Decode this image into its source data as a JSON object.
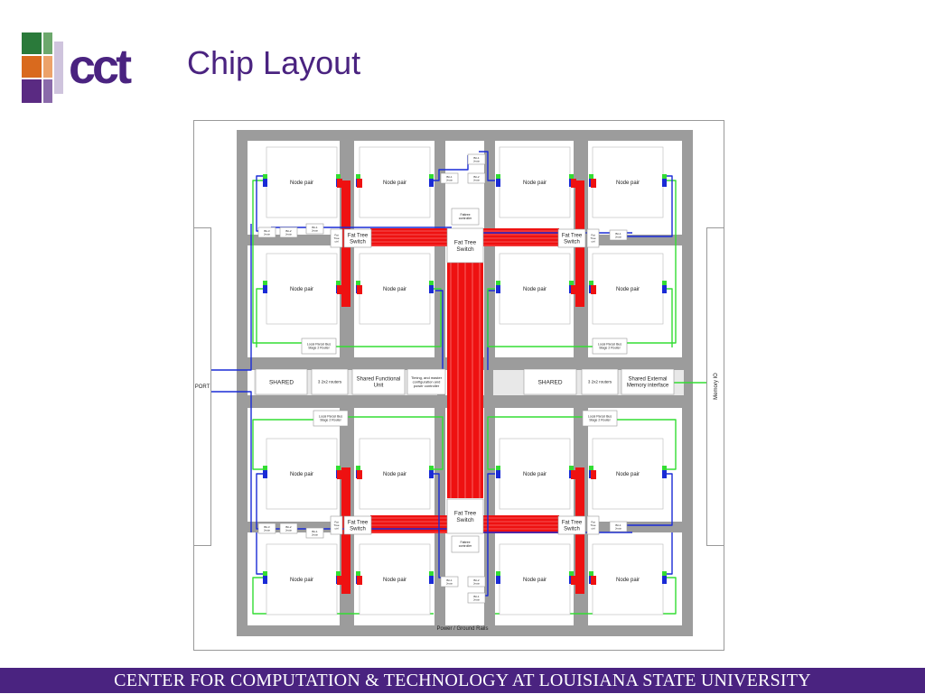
{
  "slide": {
    "title": "Chip Layout",
    "footer": "CENTER FOR COMPUTATION & TECHNOLOGY AT LOUISIANA STATE UNIVERSITY"
  },
  "logo": {
    "text": "cct",
    "colors": [
      "#2a7a3a",
      "#d96a1e",
      "#5a2a82",
      "#7a4aa0"
    ]
  },
  "diagram": {
    "node_label": "Node pair",
    "fat_tree_switch": [
      "Fat Tree",
      "Switch"
    ],
    "fat_tree_ctrl": [
      "Fat",
      "Tree",
      "ctrl"
    ],
    "bit_junction": [
      "Bit-1",
      "Jnctn"
    ],
    "bit2_junction": [
      "Bit-2",
      "Jnctn"
    ],
    "bit3_junction": [
      "Bit-3",
      "Jnctn"
    ],
    "fattree_controller": [
      "Fattree",
      "controller"
    ],
    "local_router": [
      "Local Parcel Bus",
      "Stage 2 Router"
    ],
    "shared": "SHARED",
    "routers": "3 2x2 routers",
    "shared_functional": [
      "Shared Functional",
      "Unit"
    ],
    "timing": [
      "Timing, and master",
      "configuration and",
      "power controller"
    ],
    "shared_external": [
      "Shared External",
      "Memory interface"
    ],
    "port": "PORT",
    "memory_io": "Memory IO",
    "rails": "Power / Ground Rails"
  },
  "colors": {
    "purple": "#4a2380",
    "grey": "#9c9c9c",
    "red": "#ee1111",
    "blue": "#1a2bd6",
    "green": "#33dd33"
  }
}
